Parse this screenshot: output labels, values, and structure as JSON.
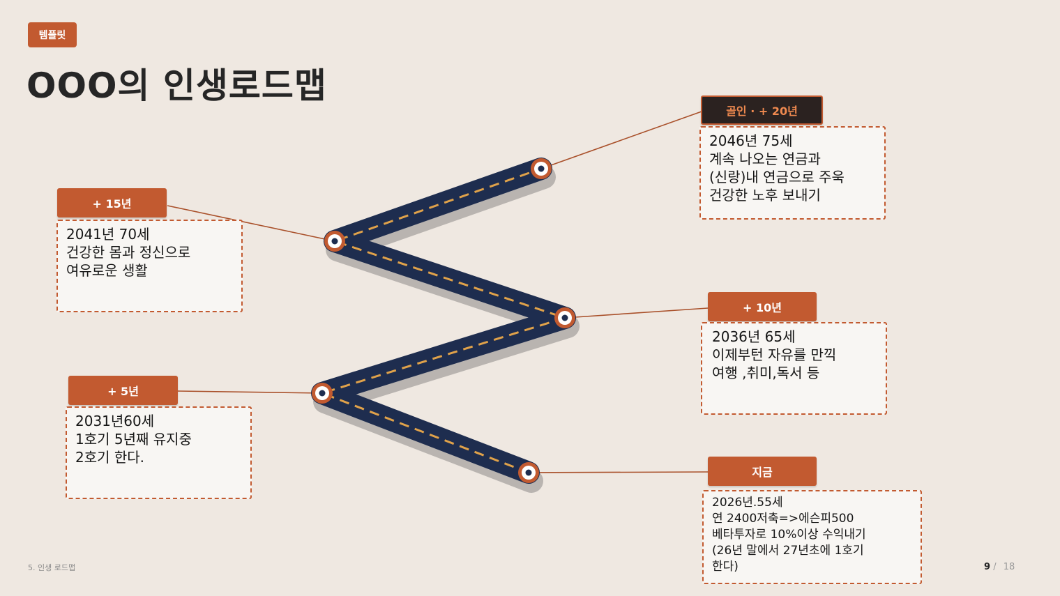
{
  "badge": "템플릿",
  "title": "OOO의 인생로드맵",
  "milestones": [
    {
      "label": "골인 · + 20년",
      "lines": [
        "2046년 75세",
        "계속 나오는 연금과",
        "(신랑)내 연금으로 주욱",
        "건강한 노후 보내기"
      ]
    },
    {
      "label": "+ 15년",
      "lines": [
        "2041년 70세",
        "건강한 몸과 정신으로",
        "여유로운 생활"
      ]
    },
    {
      "label": "+ 10년",
      "lines": [
        "2036년 65세",
        "이제부턴 자유를 만끽",
        "여행 ,취미,독서 등"
      ]
    },
    {
      "label": "+ 5년",
      "lines": [
        "2031년60세",
        "1호기 5년째 유지중",
        "2호기 한다."
      ]
    },
    {
      "label": "지금",
      "lines": [
        "2026년.55세",
        "연 2400저축=>에슨피500",
        "베타투자로 10%이상 수익내기",
        "(26년 말에서 27년초에 1호기",
        "한다)"
      ]
    }
  ],
  "footer": {
    "section": "5. 인생 로드맵",
    "page": "9",
    "separator": "/",
    "total": "18"
  },
  "colors": {
    "accent": "#c25a30",
    "road": "#1e2d4f",
    "dash": "#e0a24a",
    "background": "#efe8e1"
  }
}
